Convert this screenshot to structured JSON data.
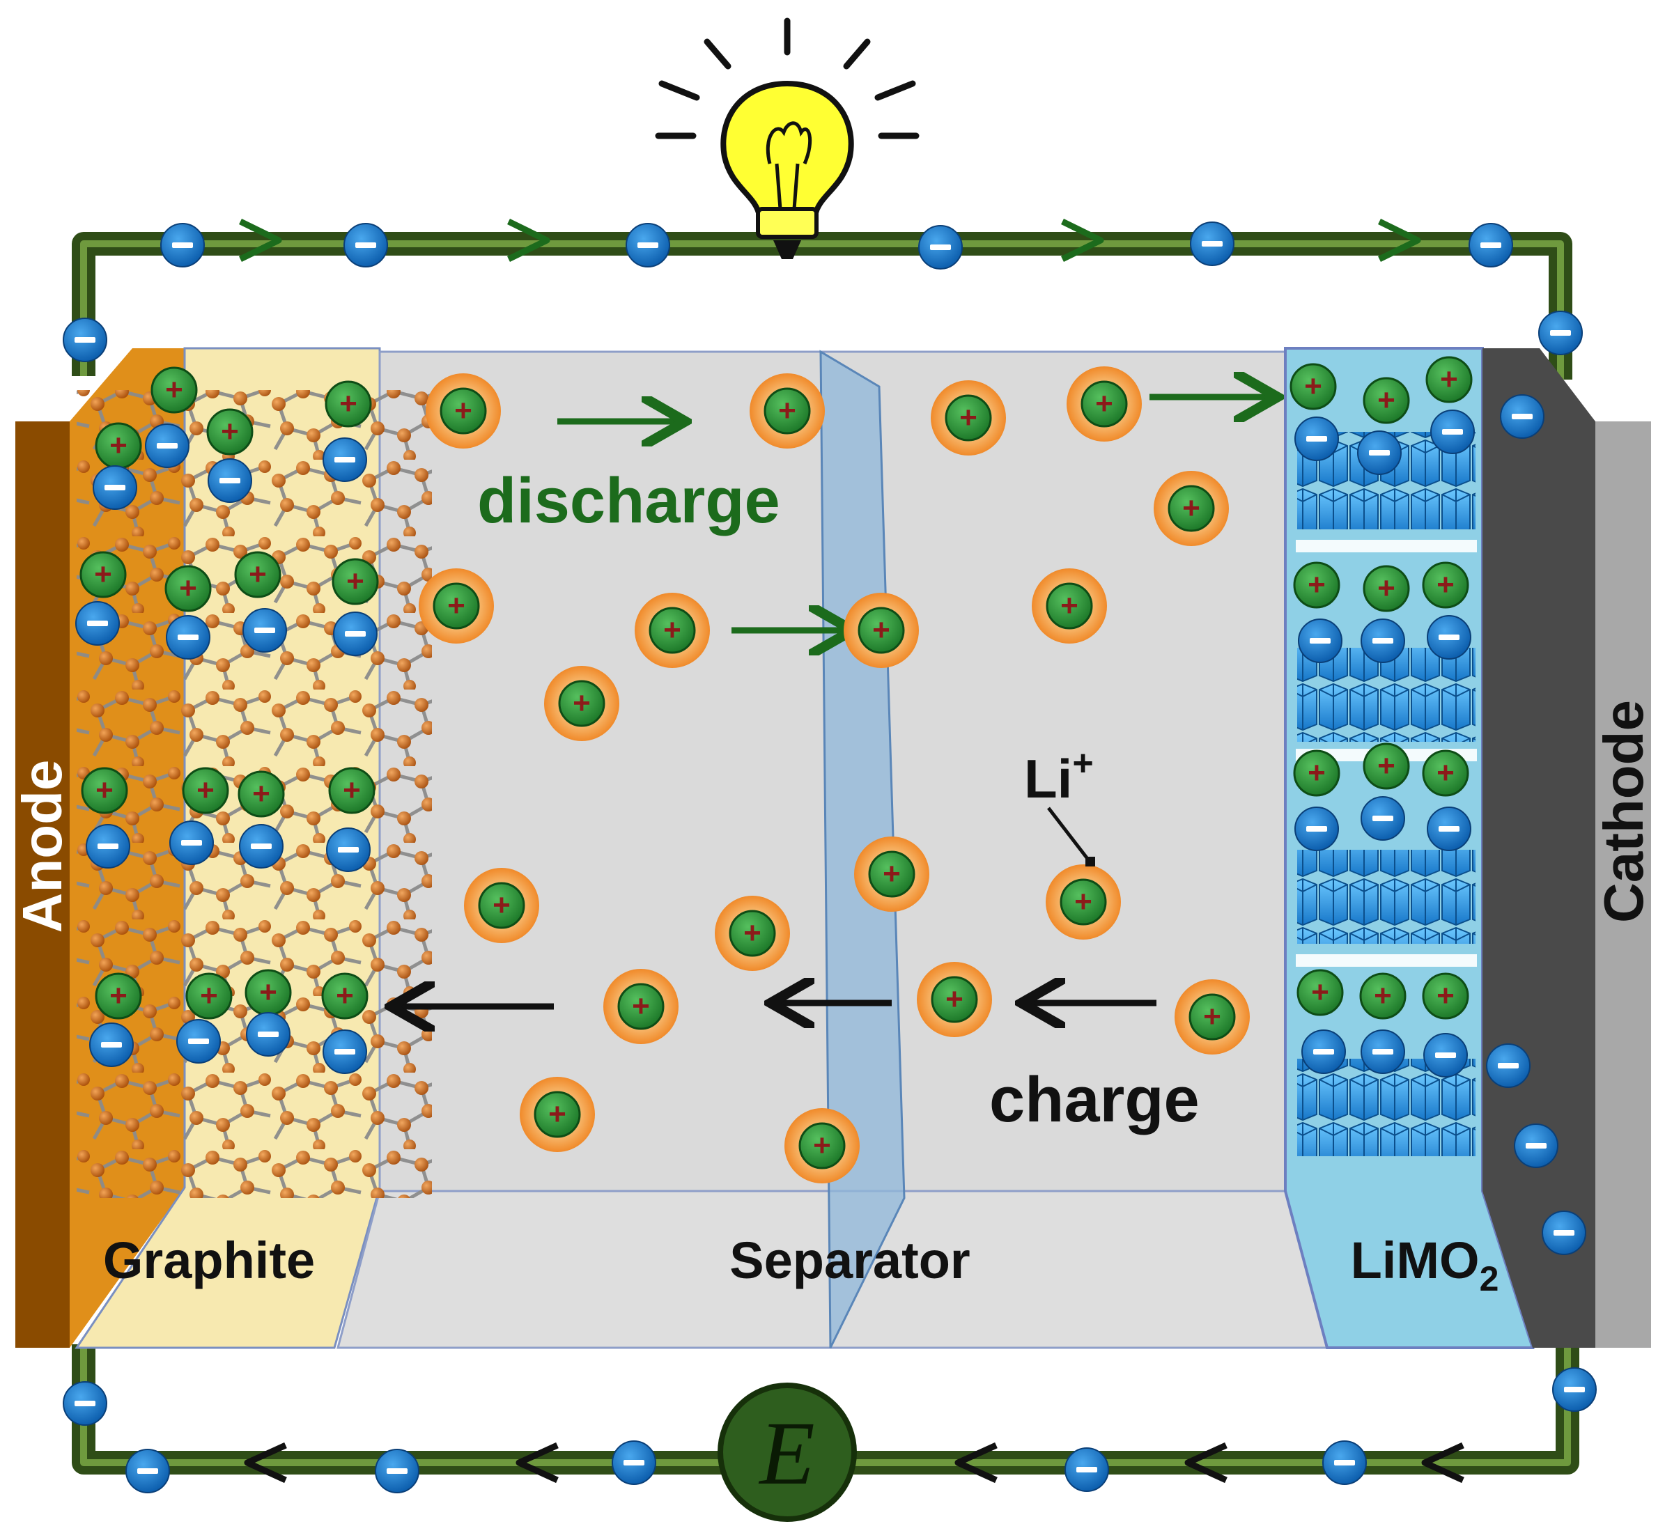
{
  "labels": {
    "anode": "Anode",
    "cathode": "Cathode",
    "graphite": "Graphite",
    "separator": "Separator",
    "cathode_material": "LiMO",
    "cathode_material_subscript": "2",
    "discharge": "discharge",
    "charge": "charge",
    "ion": "Li",
    "ion_charge": "+",
    "source": "E"
  },
  "symbols": {
    "positive": "+",
    "negative": "−"
  },
  "colors": {
    "wire": "#3b5e1e",
    "wire_highlight": "#6f9a3e",
    "discharge_arrow": "#1c6b1c",
    "charge_arrow": "#111111",
    "electron": "#1a78c8",
    "ion_halo": "#f4a24c",
    "ion_core": "#2c9a3c",
    "ion_plus": "#8b1a1a",
    "electrolyte": "#dadada",
    "graphite_bg": "#f7e9b0",
    "anode_collector": "#e08f1a",
    "anode_edge": "#8a4b00",
    "separator": "#8fb7d9",
    "cathode_bg": "#8fd0e6",
    "cathode_crystal": "#2f9fe0",
    "cathode_collector": "#4a4a4a",
    "cathode_edge": "#a8a8a8",
    "bulb": "#ffff33",
    "source_fill": "#2e5e1e"
  },
  "icons": [
    "light-bulb-icon",
    "electron-icon",
    "lithium-ion-icon",
    "voltage-source-icon",
    "arrow-icon",
    "graphite-lattice-icon",
    "metal-oxide-crystal-icon"
  ]
}
